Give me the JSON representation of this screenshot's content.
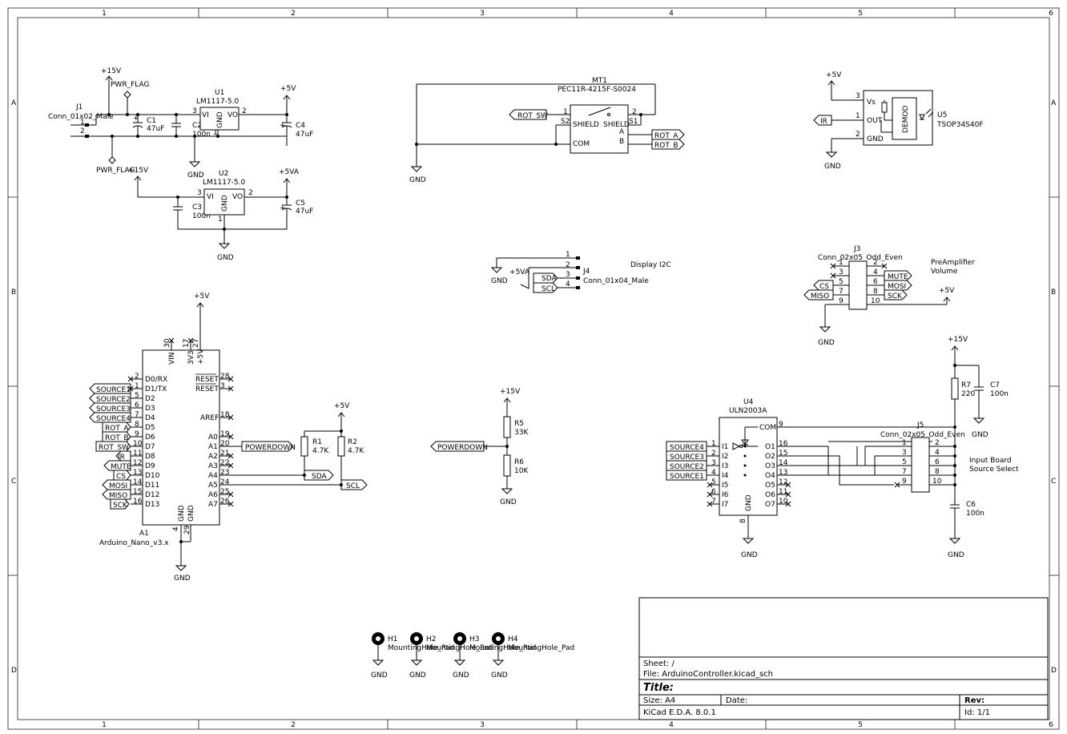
{
  "frame": {
    "col_labels": [
      "1",
      "2",
      "3",
      "4",
      "5",
      "6"
    ],
    "row_labels": [
      "A",
      "B",
      "C",
      "D"
    ]
  },
  "title_block": {
    "sheet": "Sheet: /",
    "file": "File: ArduinoController.kicad_sch",
    "title": "Title:",
    "size": "Size: A4",
    "date": "Date:",
    "rev": "Rev:",
    "tool": "KiCad E.D.A. 8.0.1",
    "id": "Id: 1/1"
  },
  "power": {
    "j1": {
      "ref": "J1",
      "value": "Conn_01x02_Male",
      "p1": "1",
      "p2": "2"
    },
    "plus15_top": "+15V",
    "plus15_mid": "+15V",
    "pwr_flag_top": "PWR_FLAG",
    "pwr_flag_bottom": "PWR_FLAG",
    "c1": {
      "ref": "C1",
      "value": "47uF"
    },
    "c2": {
      "ref": "C2",
      "value": "100n"
    },
    "u1": {
      "ref": "U1",
      "value": "LM1117-5.0",
      "vi": "VI",
      "vo": "VO",
      "gnd": "GND",
      "p1": "1",
      "p2": "2",
      "p3": "3"
    },
    "c4": {
      "ref": "C4",
      "value": "47uF"
    },
    "plus5_u1": "+5V",
    "gnd_u1": "GND",
    "u2": {
      "ref": "U2",
      "value": "LM1117-5.0",
      "vi": "VI",
      "vo": "VO",
      "gnd": "GND",
      "p1": "1",
      "p2": "2",
      "p3": "3"
    },
    "c3": {
      "ref": "C3",
      "value": "100n"
    },
    "c5": {
      "ref": "C5",
      "value": "47uF"
    },
    "plus5va": "+5VA",
    "gnd_u2": "GND"
  },
  "encoder": {
    "ref": "MT1",
    "value": "PEC11R-4215F-S0024",
    "shield_l": "SHIELD",
    "shield_r": "SHIELD",
    "com": "COM",
    "a": "A",
    "b": "B",
    "s1": "S1",
    "s2": "S2",
    "p1": "1",
    "p2": "2",
    "rot_sw": "ROT_SW",
    "rot_a": "ROT_A",
    "rot_b": "ROT_B",
    "gnd": "GND"
  },
  "ir": {
    "ref": "U5",
    "value": "TSOP34S40F",
    "vs": "Vs",
    "out": "OUT",
    "gnd_pin": "GND",
    "demod": "DEMOD",
    "p1": "1",
    "p2": "2",
    "p3": "3",
    "plus5": "+5V",
    "gnd": "GND",
    "net_ir": "IR"
  },
  "display": {
    "ref": "J4",
    "value": "Conn_01x04_Male",
    "title": "Display I2C",
    "p1": "1",
    "p2": "2",
    "p3": "3",
    "p4": "4",
    "gnd": "GND",
    "plus5va": "+5VA",
    "sda": "SDA",
    "scl": "SCL"
  },
  "j3": {
    "ref": "J3",
    "value": "Conn_02x05_Odd_Even",
    "note1": "PreAmplifier",
    "note2": "Volume",
    "pins_odd": [
      "1",
      "3",
      "5",
      "7",
      "9"
    ],
    "pins_even": [
      "2",
      "4",
      "6",
      "8",
      "10"
    ],
    "cs": "CS",
    "miso": "MISO",
    "mute": "MUTE",
    "mosi": "MOSI",
    "sck": "SCK",
    "plus5": "+5V",
    "gnd": "GND"
  },
  "arduino": {
    "ref": "A1",
    "value": "Arduino_Nano_v3.x",
    "plus5": "+5V",
    "gnd": "GND",
    "top_pins": [
      {
        "name": "VIN",
        "num": "30"
      },
      {
        "name": "3V3",
        "num": "17"
      },
      {
        "name": "+5V",
        "num": "27"
      }
    ],
    "left_pins": [
      {
        "name": "D0/RX",
        "num": "2"
      },
      {
        "name": "D1/TX",
        "num": "1"
      },
      {
        "name": "D2",
        "num": "5"
      },
      {
        "name": "D3",
        "num": "6"
      },
      {
        "name": "D4",
        "num": "7"
      },
      {
        "name": "D5",
        "num": "8"
      },
      {
        "name": "D6",
        "num": "9"
      },
      {
        "name": "D7",
        "num": "10"
      },
      {
        "name": "D8",
        "num": "11"
      },
      {
        "name": "D9",
        "num": "12"
      },
      {
        "name": "D10",
        "num": "13"
      },
      {
        "name": "D11",
        "num": "14"
      },
      {
        "name": "D12",
        "num": "15"
      },
      {
        "name": "D13",
        "num": "16"
      }
    ],
    "right_pins": [
      {
        "name": "RESET",
        "num": "28"
      },
      {
        "name": "RESET",
        "num": "3"
      },
      {
        "name": "AREF",
        "num": "18"
      },
      {
        "name": "A0",
        "num": "19"
      },
      {
        "name": "A1",
        "num": "20"
      },
      {
        "name": "A2",
        "num": "21"
      },
      {
        "name": "A3",
        "num": "22"
      },
      {
        "name": "A4",
        "num": "23"
      },
      {
        "name": "A5",
        "num": "24"
      },
      {
        "name": "A6",
        "num": "25"
      },
      {
        "name": "A7",
        "num": "26"
      }
    ],
    "bottom_pins": [
      {
        "name": "GND",
        "num": "4"
      },
      {
        "name": "GND",
        "num": "29"
      }
    ],
    "labels_left": [
      "SOURCE1",
      "SOURCE2",
      "SOURCE3",
      "SOURCE4",
      "ROT_A",
      "ROT_B",
      "ROT_SW",
      "IR",
      "MUTE",
      "CS",
      "MOSI",
      "MISO",
      "SCK"
    ],
    "powerdown": "POWERDOWN",
    "sda": "SDA",
    "scl": "SCL",
    "r1": {
      "ref": "R1",
      "value": "4.7K"
    },
    "r2": {
      "ref": "R2",
      "value": "4.7K"
    },
    "plus5_r": "+5V"
  },
  "divider": {
    "plus15": "+15V",
    "r5": {
      "ref": "R5",
      "value": "33K"
    },
    "r6": {
      "ref": "R6",
      "value": "10K"
    },
    "powerdown": "POWERDOWN",
    "gnd": "GND"
  },
  "uln": {
    "ref": "U4",
    "value": "ULN2003A",
    "com": "COM",
    "gnd_pin": "GND",
    "inputs": [
      {
        "name": "I1",
        "num": "1"
      },
      {
        "name": "I2",
        "num": "2"
      },
      {
        "name": "I3",
        "num": "3"
      },
      {
        "name": "I4",
        "num": "4"
      },
      {
        "name": "I5",
        "num": "5"
      },
      {
        "name": "I6",
        "num": "6"
      },
      {
        "name": "I7",
        "num": "7"
      }
    ],
    "outputs": [
      {
        "name": "O1",
        "num": "16"
      },
      {
        "name": "O2",
        "num": "15"
      },
      {
        "name": "O3",
        "num": "14"
      },
      {
        "name": "O4",
        "num": "13"
      },
      {
        "name": "O5",
        "num": "12"
      },
      {
        "name": "O6",
        "num": "11"
      },
      {
        "name": "O7",
        "num": "10"
      }
    ],
    "com_num": "9",
    "gnd_num": "8",
    "sources": [
      "SOURCE4",
      "SOURCE3",
      "SOURCE2",
      "SOURCE1"
    ],
    "gnd": "GND"
  },
  "j5": {
    "ref": "J5",
    "value": "Conn_02x05_Odd_Even",
    "note1": "Input Board",
    "note2": "Source Select",
    "pins_odd": [
      "1",
      "3",
      "5",
      "7",
      "9"
    ],
    "pins_even": [
      "2",
      "4",
      "6",
      "8",
      "10"
    ],
    "r7": {
      "ref": "R7",
      "value": "220"
    },
    "c7": {
      "ref": "C7",
      "value": "100n"
    },
    "c6": {
      "ref": "C6",
      "value": "100n"
    },
    "plus15": "+15V",
    "gnd_c7": "GND",
    "gnd_c6": "GND"
  },
  "holes": [
    {
      "ref": "H1",
      "value": "MountingHole_Pad",
      "gnd": "GND"
    },
    {
      "ref": "H2",
      "value": "MountingHole_Pad",
      "gnd": "GND"
    },
    {
      "ref": "H3",
      "value": "MountingHole_Pad",
      "gnd": "GND"
    },
    {
      "ref": "H4",
      "value": "MountingHole_Pad",
      "gnd": "GND"
    }
  ]
}
